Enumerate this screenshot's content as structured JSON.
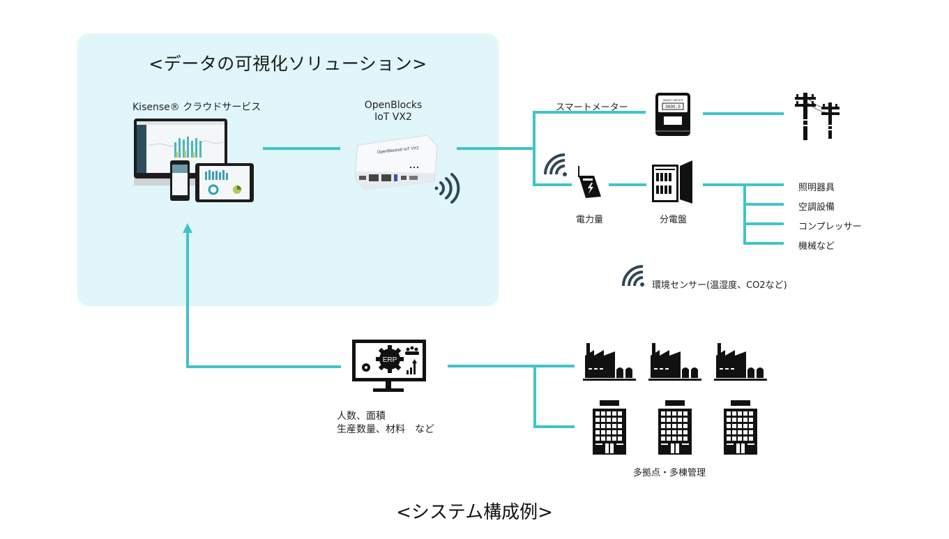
{
  "diagram": {
    "panel": {
      "title": "<データの可視化ソリューション>",
      "background_color": "#e0f6fa"
    },
    "nodes": {
      "cloud": {
        "label": "Kisense® クラウドサービス",
        "icon": "devices-dashboard-icon"
      },
      "gateway": {
        "label_line1": "OpenBlocks",
        "label_line2": "IoT VX2",
        "icon": "gateway-device-icon",
        "device_print": "OpenBlocks® IoT VX2"
      },
      "smart_meter": {
        "label": "スマートメーター",
        "icon": "smart-meter-icon",
        "meter_header": "SMART METER",
        "meter_value": "0000.0"
      },
      "power_pole": {
        "icon": "power-pole-icon"
      },
      "power_sensor": {
        "label": "電力量",
        "icon": "power-sensor-icon"
      },
      "distribution_board": {
        "label": "分電盤",
        "icon": "distribution-board-icon"
      },
      "loads": [
        {
          "label": "照明器具"
        },
        {
          "label": "空調設備"
        },
        {
          "label": "コンプレッサー"
        },
        {
          "label": "機械など"
        }
      ],
      "env_sensor": {
        "label": "環境センサー(温湿度、CO2など)",
        "icon": "wireless-signal-icon"
      },
      "erp": {
        "icon_text": "ERP",
        "label_line1": "人数、面積",
        "label_line2": "生産数量、材料　など",
        "icon": "erp-monitor-icon"
      },
      "sites": {
        "label": "多拠点・多棟管理",
        "factories": 3,
        "buildings": 3
      }
    },
    "connector_color": "#41c3c9",
    "signal_color": "#2d4756",
    "footer": "<システム構成例>"
  }
}
